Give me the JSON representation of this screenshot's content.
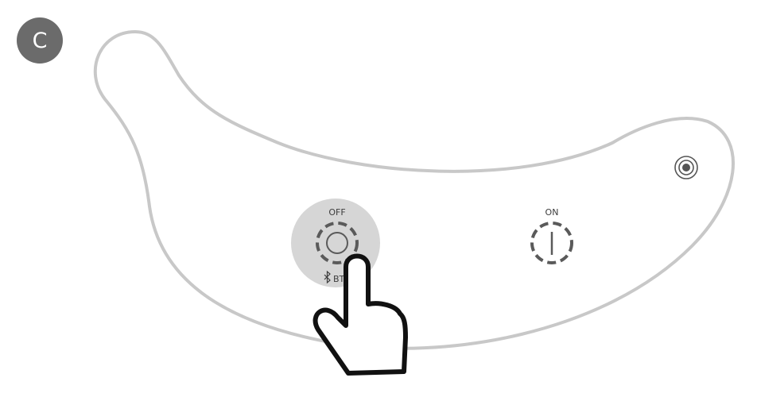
{
  "badge": {
    "letter": "C"
  },
  "off_button": {
    "label": "OFF",
    "sub_label": "BT",
    "sub_icon": "bluetooth-icon"
  },
  "on_button": {
    "label": "ON"
  },
  "icons": {
    "hand": "pointing-hand-icon",
    "top_button": "concentric-circle-icon"
  },
  "colors": {
    "outline": "#c8c8c8",
    "highlight": "#d6d6d6",
    "badge": "#6b6b6b",
    "dash": "#5a5a5a"
  }
}
